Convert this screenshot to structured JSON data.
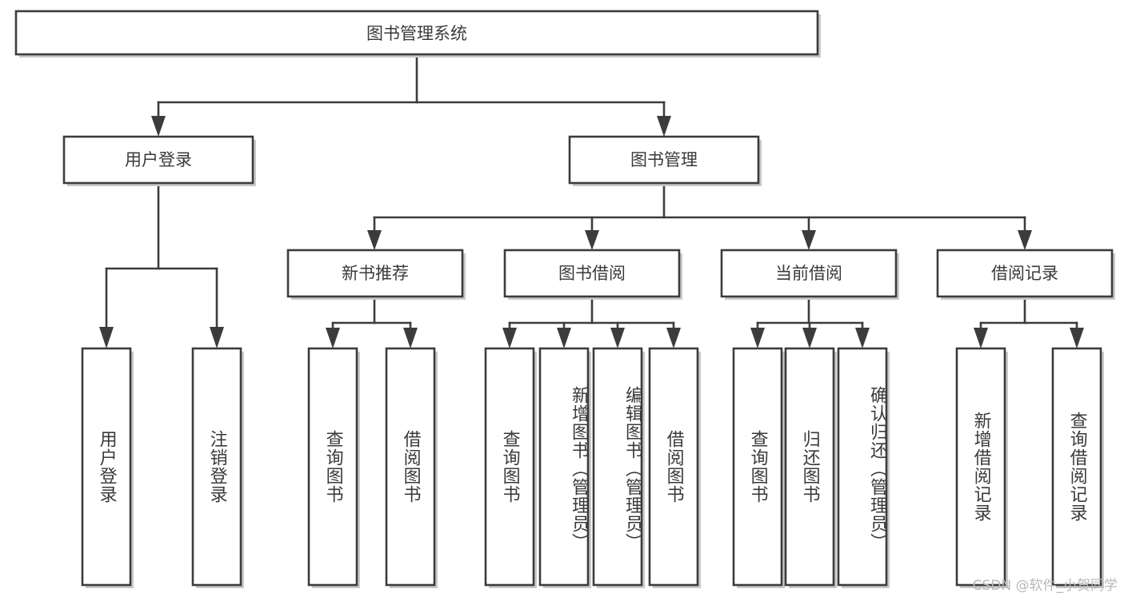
{
  "diagram": {
    "title": "图书管理系统",
    "type": "tree-hierarchy",
    "root": {
      "id": "root",
      "label": "图书管理系统"
    },
    "level2": [
      {
        "id": "user-login",
        "label": "用户登录"
      },
      {
        "id": "book-manage",
        "label": "图书管理"
      }
    ],
    "level3": [
      {
        "id": "new-book-recommend",
        "label": "新书推荐",
        "parent": "book-manage"
      },
      {
        "id": "book-borrow",
        "label": "图书借阅",
        "parent": "book-manage"
      },
      {
        "id": "current-borrow",
        "label": "当前借阅",
        "parent": "book-manage"
      },
      {
        "id": "borrow-record",
        "label": "借阅记录",
        "parent": "book-manage"
      }
    ],
    "leaves": [
      {
        "id": "leaf-user-login",
        "label": "用户登录",
        "parent": "user-login"
      },
      {
        "id": "leaf-logout-login",
        "label": "注销登录",
        "parent": "user-login"
      },
      {
        "id": "leaf-query-book-1",
        "label": "查询图书",
        "parent": "new-book-recommend"
      },
      {
        "id": "leaf-borrow-book-1",
        "label": "借阅图书",
        "parent": "new-book-recommend"
      },
      {
        "id": "leaf-query-book-2",
        "label": "查询图书",
        "parent": "book-borrow"
      },
      {
        "id": "leaf-add-book",
        "label": "新增图书（管理员）",
        "parent": "book-borrow"
      },
      {
        "id": "leaf-edit-book",
        "label": "编辑图书（管理员）",
        "parent": "book-borrow"
      },
      {
        "id": "leaf-borrow-book-2",
        "label": "借阅图书",
        "parent": "book-borrow"
      },
      {
        "id": "leaf-query-book-3",
        "label": "查询图书",
        "parent": "current-borrow"
      },
      {
        "id": "leaf-return-book",
        "label": "归还图书",
        "parent": "current-borrow"
      },
      {
        "id": "leaf-confirm-return",
        "label": "确认归还（管理员）",
        "parent": "current-borrow"
      },
      {
        "id": "leaf-add-record",
        "label": "新增借阅记录",
        "parent": "borrow-record"
      },
      {
        "id": "leaf-query-record",
        "label": "查询借阅记录",
        "parent": "borrow-record"
      }
    ],
    "watermark": "CSDN @软件_小贺同学",
    "colors": {
      "stroke": "#3c3c3c",
      "fill": "#ffffff",
      "text": "#3a3a3a",
      "shadow": "#c9c9c9",
      "watermark": "#b8b8b8"
    }
  }
}
